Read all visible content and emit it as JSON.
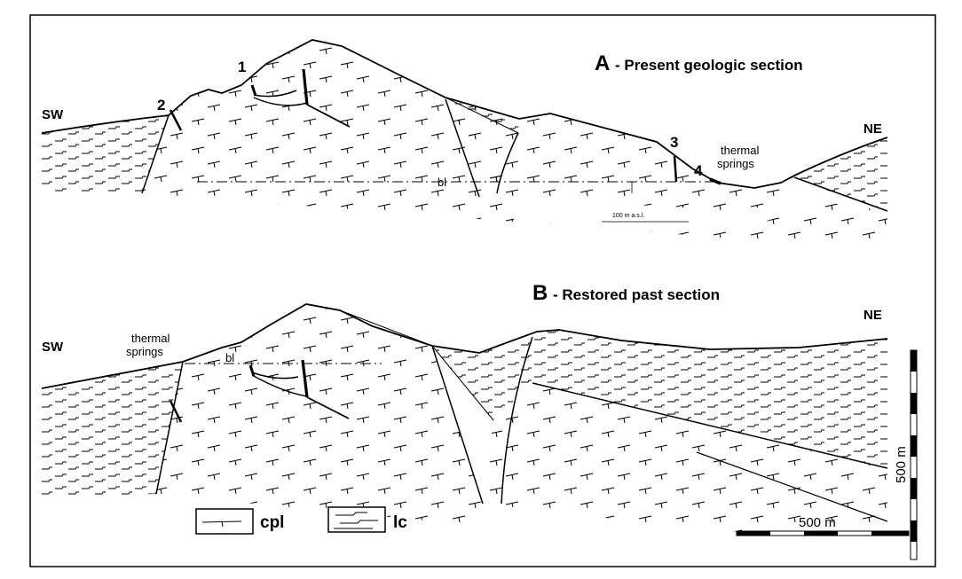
{
  "section_a": {
    "letter": "A",
    "title": "- Present geologic section",
    "sw": "SW",
    "ne": "NE",
    "points": [
      "1",
      "2",
      "3",
      "4"
    ],
    "springs_line1": "thermal",
    "springs_line2": "springs",
    "base_level": "bl",
    "elevation_ref": "100 m a.s.l."
  },
  "section_b": {
    "letter": "B",
    "title": "- Restored past section",
    "sw": "SW",
    "ne": "NE",
    "springs_line1": "thermal",
    "springs_line2": "springs",
    "base_level": "bl"
  },
  "legend": {
    "items": [
      {
        "label": "cpl",
        "pattern": "limestone-ticks"
      },
      {
        "label": "lc",
        "pattern": "wavy-dashes"
      }
    ]
  },
  "scales": {
    "horizontal": "500 m",
    "vertical": "500 m"
  }
}
